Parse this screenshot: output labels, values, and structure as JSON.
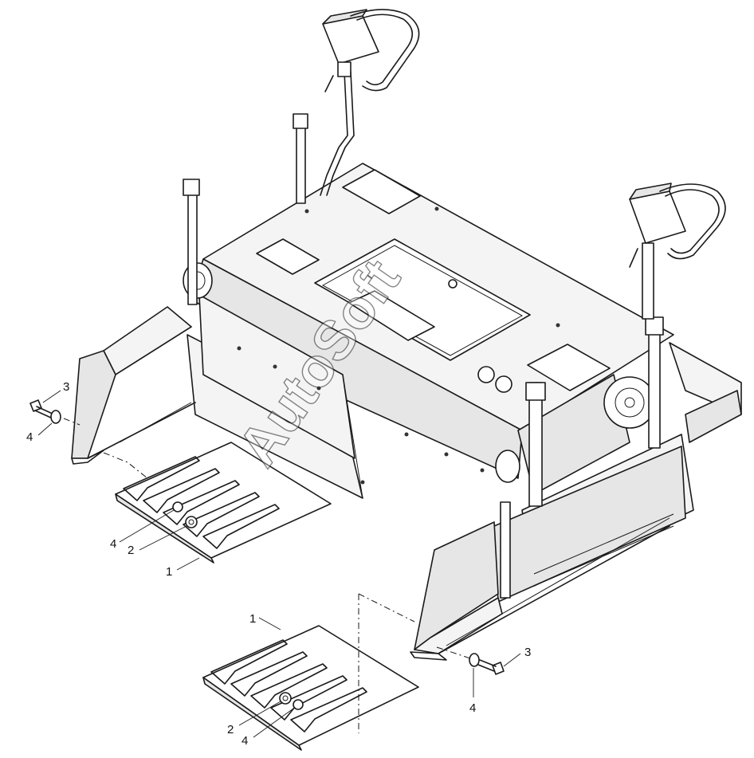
{
  "watermark": "AutoSoft",
  "callouts": {
    "c1": "3",
    "c2": "4",
    "c3": "4",
    "c4": "2",
    "c5": "1",
    "c6": "1",
    "c7": "3",
    "c8": "4",
    "c9": "2",
    "c10": "4"
  }
}
